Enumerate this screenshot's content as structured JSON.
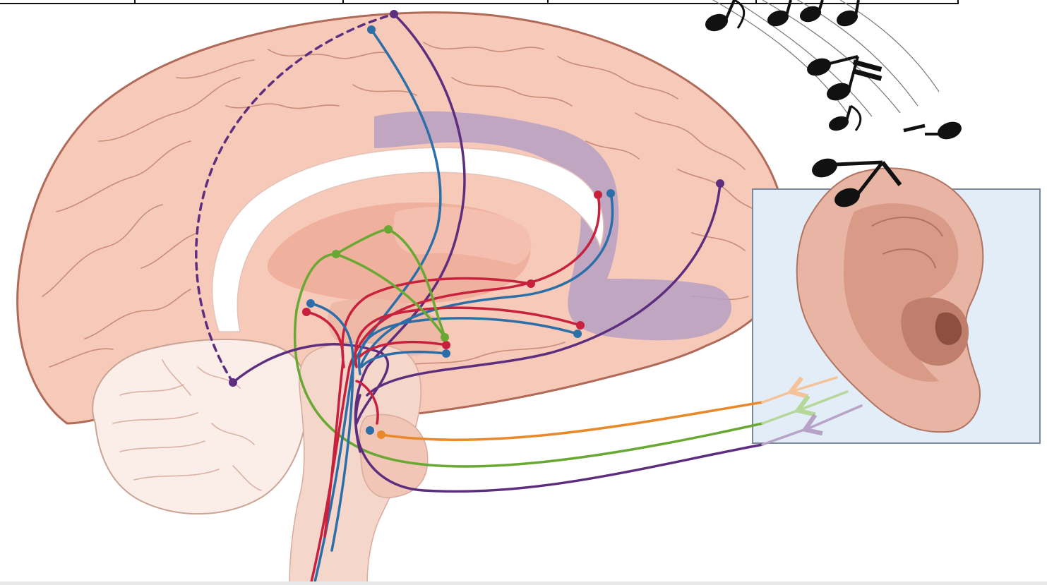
{
  "diagram": {
    "subject": "sagittal-brain-with-ear-inset",
    "icons": [
      "brain",
      "ear",
      "music-notes",
      "cerebellum",
      "brainstem",
      "corpus-callosum"
    ],
    "colors": {
      "background": "#ffffff",
      "cortex": "#f7c9b8",
      "cortex_outline": "#b06a58",
      "gyri_lines": "#c98c78",
      "limbic": "#b7a0c3",
      "corpus_callosum": "#ffffff",
      "thalamus": "#f0b09e",
      "cerebellum": "#fbeee8",
      "brainstem": "#f5d6cb",
      "inset_bg": "#e3edf7",
      "inset_border": "#7a8a9a",
      "ear_skin": "#e8b4a4",
      "ear_shadow": "#b07462",
      "pathway_red": "#c8213d",
      "pathway_blue": "#2c6fa8",
      "pathway_purple": "#5e2e7e",
      "pathway_green": "#6aa834",
      "pathway_orange": "#e8892b",
      "music_note": "#111111"
    }
  }
}
